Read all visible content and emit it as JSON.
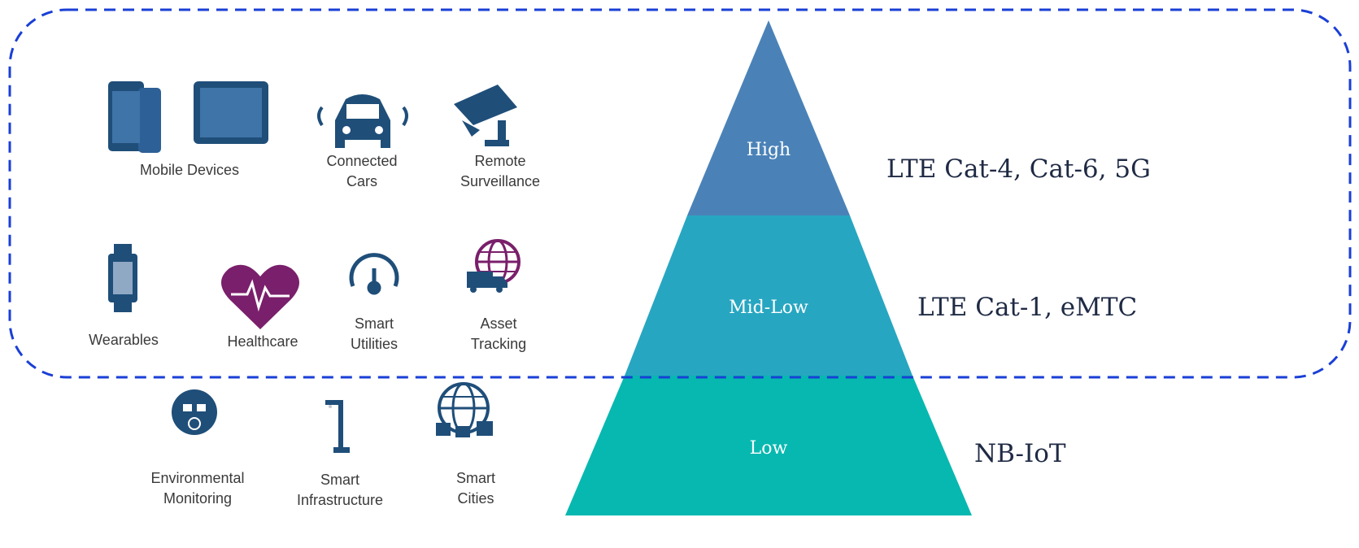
{
  "tiers": [
    {
      "key": "high",
      "label": "High",
      "technology": "LTE Cat-4, Cat-6, 5G",
      "color": "#4a82b8"
    },
    {
      "key": "midlow",
      "label": "Mid-Low",
      "technology": "LTE Cat-1, eMTC",
      "color": "#27a6c1"
    },
    {
      "key": "low",
      "label": "Low",
      "technology": "NB-IoT",
      "color": "#06b8b0"
    }
  ],
  "icons": {
    "mobile_devices": "Mobile Devices",
    "connected_cars_1": "Connected",
    "connected_cars_2": "Cars",
    "remote_surveillance_1": "Remote",
    "remote_surveillance_2": "Surveillance",
    "wearables": "Wearables",
    "healthcare": "Healthcare",
    "smart_utilities_1": "Smart",
    "smart_utilities_2": "Utilities",
    "asset_tracking_1": "Asset",
    "asset_tracking_2": "Tracking",
    "environmental_monitoring_1": "Environmental",
    "environmental_monitoring_2": "Monitoring",
    "smart_infrastructure_1": "Smart",
    "smart_infrastructure_2": "Infrastructure",
    "smart_cities_1": "Smart",
    "smart_cities_2": "Cities"
  },
  "colors": {
    "icon_navy": "#1f4e79",
    "healthcare_purple": "#7a1f6b",
    "dashed_border": "#1a3fd6"
  }
}
